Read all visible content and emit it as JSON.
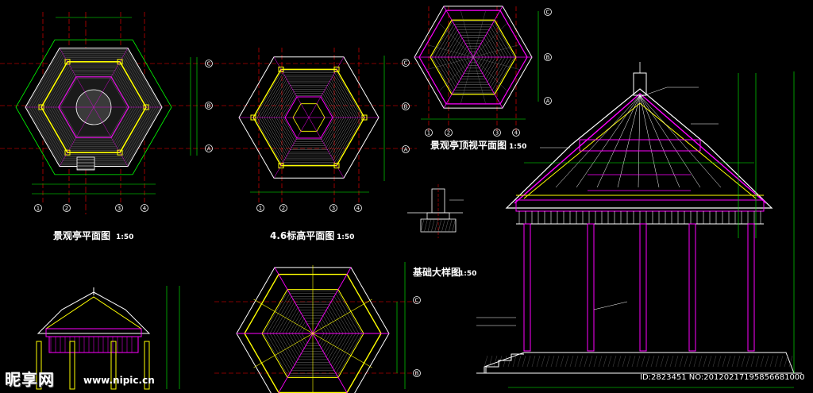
{
  "titles": {
    "plan": "景观亭平面图",
    "plan_scale": "1:50",
    "level": "4.6标高平面图",
    "level_scale": "1:50",
    "roof": "景观亭顶视平面图",
    "roof_scale": "1:50",
    "foundation": "基础大样图",
    "foundation_scale": "1:50"
  },
  "axis_letters": [
    "A",
    "B",
    "C"
  ],
  "axis_numbers": [
    "1",
    "2",
    "3",
    "4"
  ],
  "watermark": {
    "brand": "昵享网",
    "url": "www.nipic.cn"
  },
  "image_id": "ID:2823451 NO:20120217195856681000",
  "colors": {
    "background": "#000000",
    "yellow": "#ffff00",
    "magenta": "#ff00ff",
    "green": "#00ff00",
    "white": "#ffffff",
    "red": "#ff0000",
    "cyan": "#00ffff"
  }
}
